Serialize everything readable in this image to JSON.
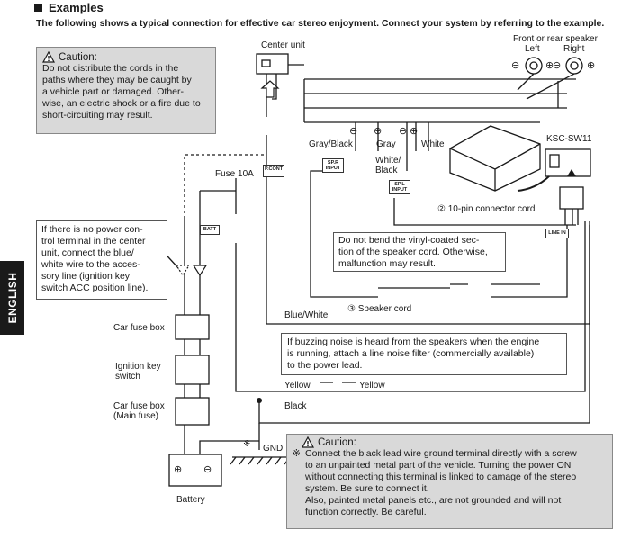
{
  "header": {
    "title": "Examples",
    "intro": "The following shows a typical connection for effective car stereo enjoyment. Connect your system by referring to the example."
  },
  "side_tab": "ENGLISH",
  "caution_top": {
    "title": "Caution:",
    "lines": [
      "Do not distribute the cords in the",
      "paths where they may be caught by",
      "a vehicle part or damaged. Other-",
      "wise, an electric shock or a fire due to",
      "short-circuiting may result."
    ]
  },
  "note_power": {
    "lines": [
      "If there is no power con-",
      "trol terminal in the center",
      "unit, connect the blue/",
      "white wire to the acces-",
      "sory line (ignition key",
      "switch ACC position line)."
    ]
  },
  "note_bend": {
    "lines": [
      "Do not bend the vinyl-coated sec-",
      "tion of the speaker cord. Otherwise,",
      "malfunction may result."
    ]
  },
  "note_noise": {
    "lines": [
      "If buzzing noise is heard from the speakers when the engine",
      "is running, attach a line noise filter (commercially available)",
      "to the power lead."
    ]
  },
  "caution_bottom": {
    "title": "Caution:",
    "mark": "※",
    "lines": [
      "Connect the black lead wire ground terminal directly with a screw",
      "to an unpainted metal part of the vehicle. Turning the power ON",
      "without connecting this terminal is linked to damage of the stereo",
      "system. Be sure to connect it.",
      "Also, painted metal panels etc., are not grounded and will not",
      "function correctly. Be careful."
    ]
  },
  "labels": {
    "center_unit": "Center unit",
    "front_rear_speaker": "Front or rear speaker",
    "left": "Left",
    "right": "Right",
    "ksc": "KSC-SW11",
    "gray_black": "Gray/Black",
    "gray": "Gray",
    "white": "White",
    "white_black_1": "White/",
    "white_black_2": "Black",
    "connector_cord": "② 10-pin connector cord",
    "speaker_cord": "③ Speaker cord",
    "fuse": "Fuse 10A",
    "blue_white": "Blue/White",
    "yellow_1": "Yellow",
    "yellow_2": "Yellow",
    "black": "Black",
    "gnd": "GND",
    "car_fuse_box": "Car fuse box",
    "ignition_1": "Ignition key",
    "ignition_2": "switch",
    "car_fuse_box_main_1": "Car fuse box",
    "car_fuse_box_main_2": "(Main fuse)",
    "battery": "Battery",
    "ground_mark": "※"
  },
  "tags": {
    "pcont": "P.CONT",
    "batt": "BATT",
    "spr_input": "SP.R\nINPUT",
    "spl_input": "SP.L\nINPUT",
    "line_in": "LINE IN"
  },
  "symbols": {
    "minus": "⊖",
    "plus": "⊕"
  }
}
